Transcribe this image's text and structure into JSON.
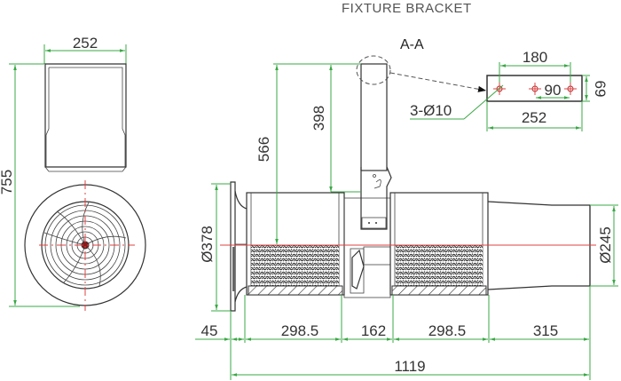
{
  "drawing": {
    "title": "FIXTURE BRACKET",
    "section_label": "A-A",
    "colors": {
      "dimension_lines": "#3aa845",
      "outline": "#333333",
      "center_lines": "#e04040",
      "background": "#ffffff"
    },
    "front_view": {
      "width_label": "252",
      "height_label": "755"
    },
    "side_view": {
      "height_566": "566",
      "height_398": "398",
      "inlet_diameter": "Ø378",
      "outlet_diameter": "Ø245",
      "segments": [
        "45",
        "298.5",
        "162",
        "298.5",
        "315"
      ],
      "overall_length": "1119"
    },
    "bracket_detail": {
      "hole_spacing_outer": "180",
      "hole_spacing_inner": "90",
      "height": "69",
      "width": "252",
      "holes_note": "3-Ø10"
    }
  }
}
